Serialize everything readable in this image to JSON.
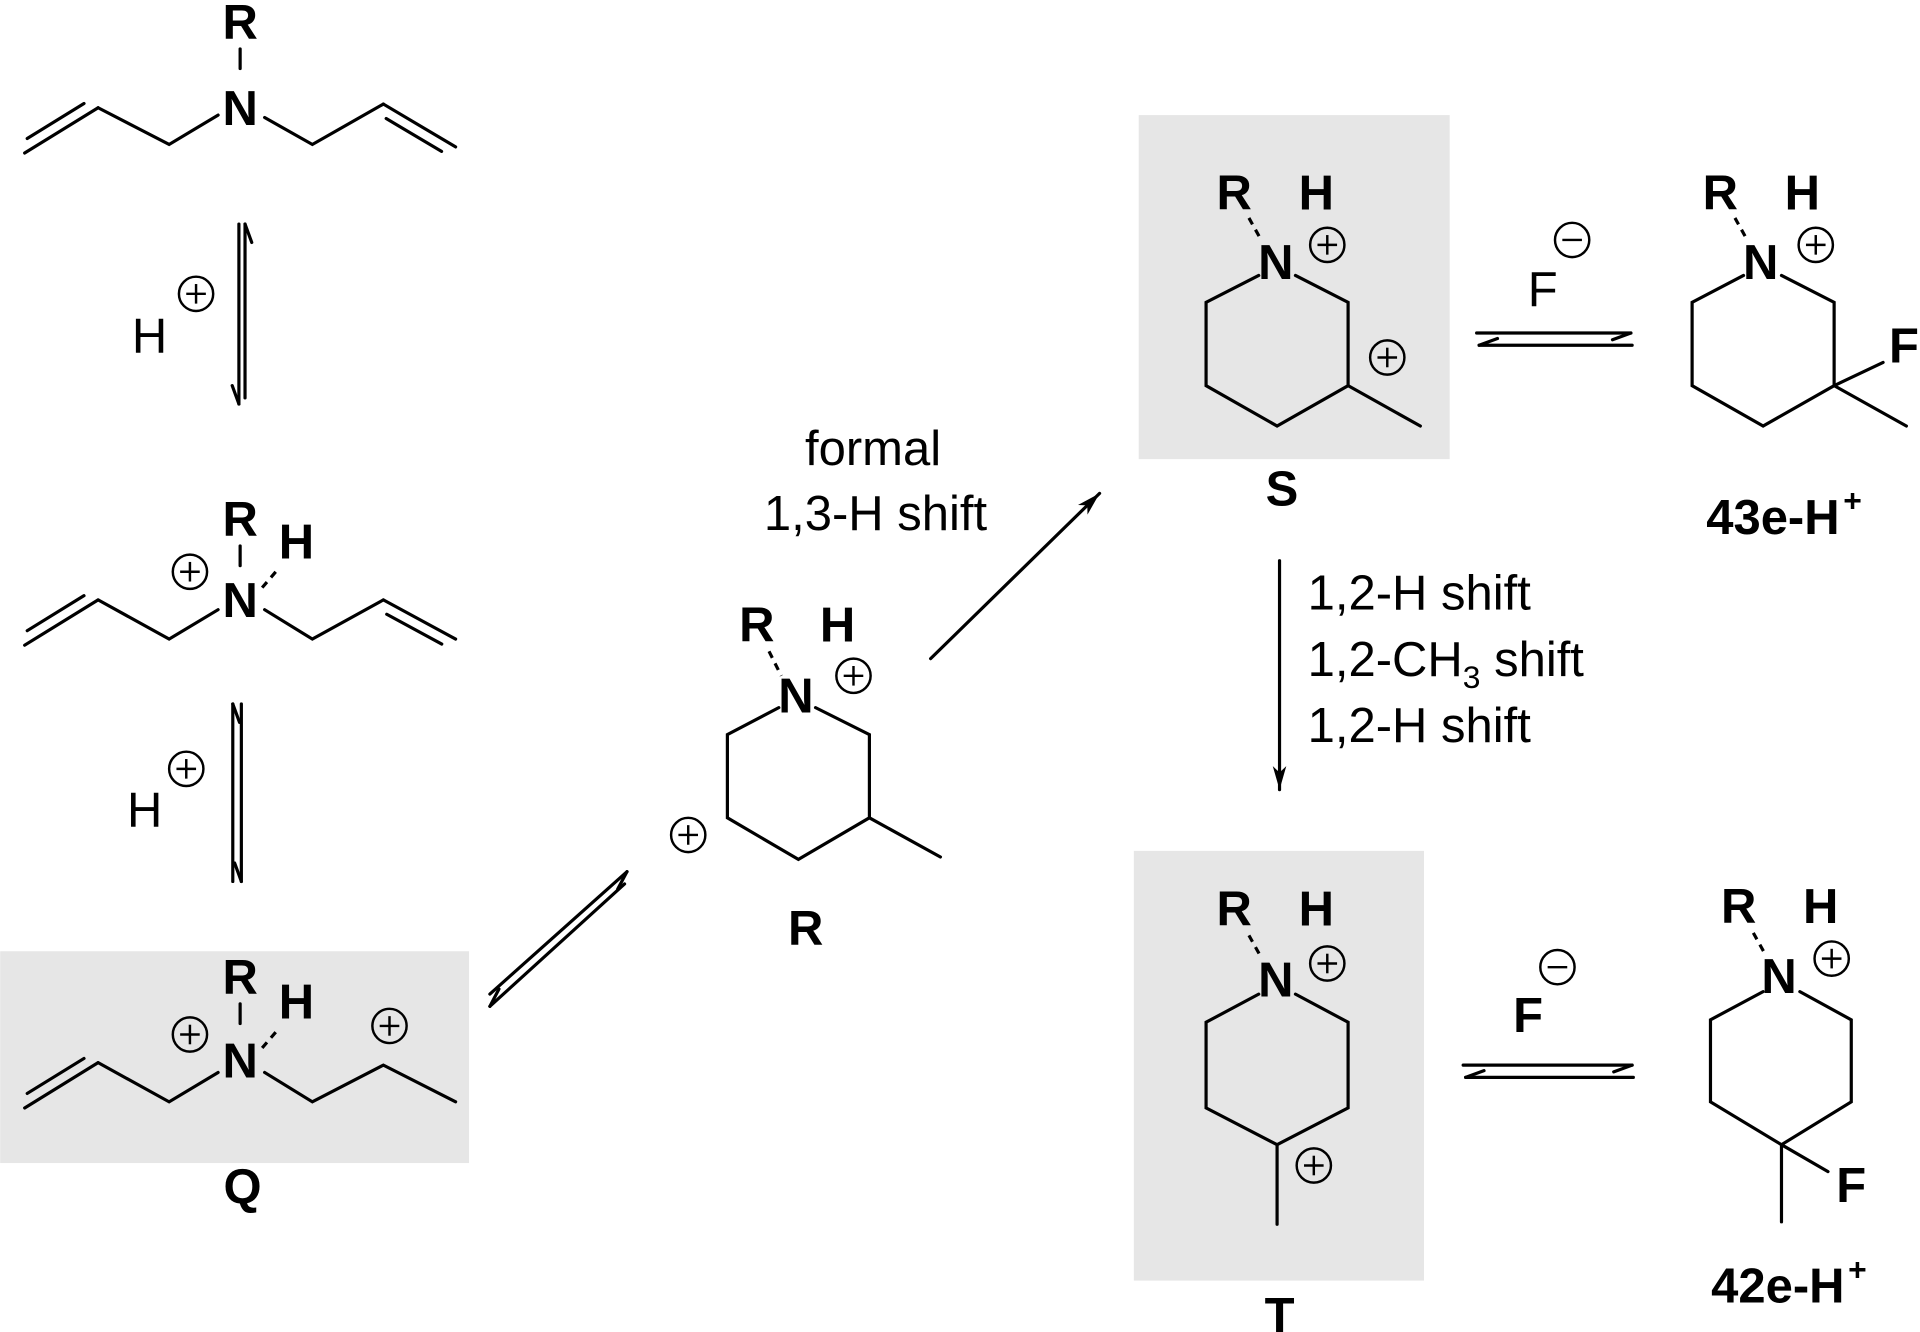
{
  "atoms": {
    "R": "R",
    "N": "N",
    "H": "H",
    "F": "F"
  },
  "reagents": {
    "proton": "H",
    "fluoride": "F"
  },
  "labels": {
    "Q": "Q",
    "R": "R",
    "S": "S",
    "T": "T",
    "p43": "43e-H",
    "p42": "42e-H",
    "sup": "+"
  },
  "conditions": {
    "r_to_s": [
      "formal",
      "1,3-H shift"
    ],
    "s_to_t": {
      "line1": "1,2-H shift",
      "line2_pre": "1,2-CH",
      "line2_sub": "3",
      "line2_post": " shift",
      "line3": "1,2-H shift"
    }
  },
  "colors": {
    "highlight_box": "#e6e6e6"
  }
}
